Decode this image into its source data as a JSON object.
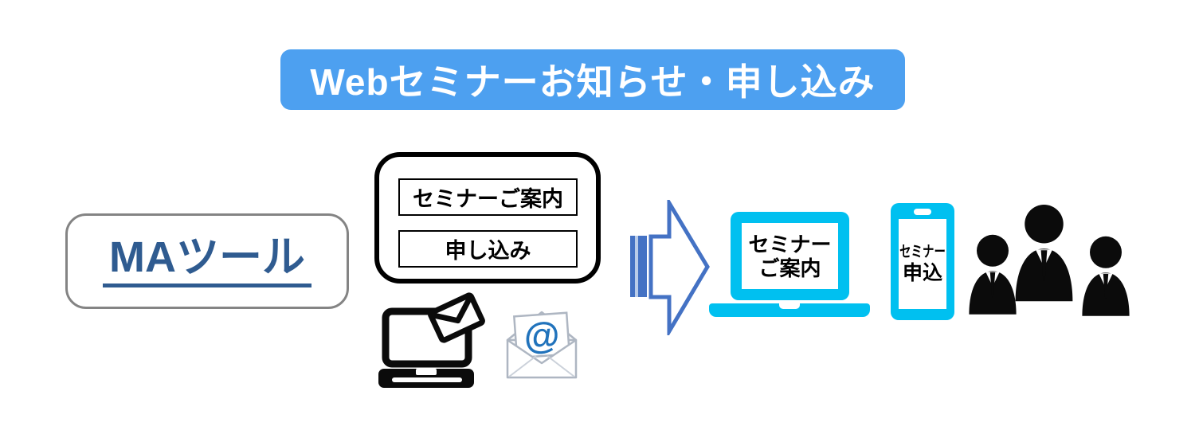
{
  "title": {
    "text": "Webセミナーお知らせ・申し込み"
  },
  "ma_tool": {
    "label": "MAツール"
  },
  "document_box": {
    "items": [
      "セミナーご案内",
      "申し込み"
    ]
  },
  "recipient_laptop": {
    "line1": "セミナー",
    "line2": "ご案内"
  },
  "recipient_phone": {
    "line1": "セミナー",
    "line2": "申込"
  },
  "icons": {
    "at_symbol": "@",
    "laptop_mail": "laptop-send-mail-icon",
    "email_envelope": "email-at-icon",
    "flow_arrow": "flow-arrow-icon",
    "audience": "audience-group-icon"
  },
  "colors": {
    "banner_blue": "#4DA0F0",
    "device_cyan": "#00C0F0",
    "arrow_blue": "#4472C4",
    "arrow_stripe": "#B9CCE9",
    "ma_text_blue": "#2F5B90",
    "at_blue": "#2173BC",
    "envelope_gray": "#AEB6C2",
    "icon_black": "#0B0B0B"
  }
}
